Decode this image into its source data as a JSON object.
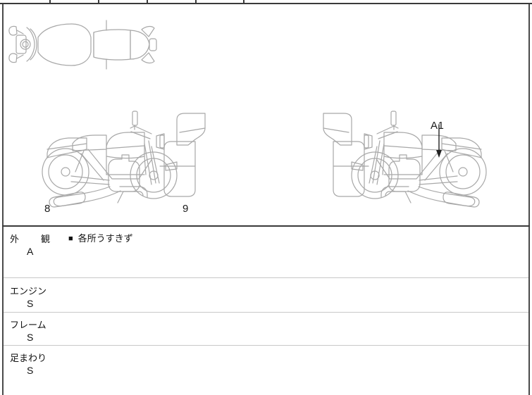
{
  "sheet": {
    "title": "Motorcycle Inspection Sheet",
    "background_color": "#ffffff",
    "line_color": "#a8a8a8",
    "border_color": "#3a3a3a"
  },
  "top_table": {
    "ghost_text": "",
    "column_divider_x": [
      70,
      139,
      208,
      277,
      345,
      415
    ]
  },
  "illustration": {
    "views": [
      {
        "name": "top-view-motorcycle",
        "position": "top-right"
      },
      {
        "name": "left-side-view-motorcycle",
        "position": "middle-left"
      },
      {
        "name": "right-side-view-motorcycle",
        "position": "middle-right"
      }
    ],
    "labels": {
      "left_front": "8",
      "left_rear": "9",
      "right_callout": "A1"
    }
  },
  "grades": [
    {
      "id": "exterior",
      "label": "外　観",
      "value": "A",
      "note_mark": "■",
      "note": "各所うすきず"
    },
    {
      "id": "engine",
      "label": "エンジン",
      "value": "S",
      "note_mark": "",
      "note": ""
    },
    {
      "id": "frame",
      "label": "フレーム",
      "value": "S",
      "note_mark": "",
      "note": ""
    },
    {
      "id": "suspension",
      "label": "足まわり",
      "value": "S",
      "note_mark": "",
      "note": ""
    }
  ]
}
